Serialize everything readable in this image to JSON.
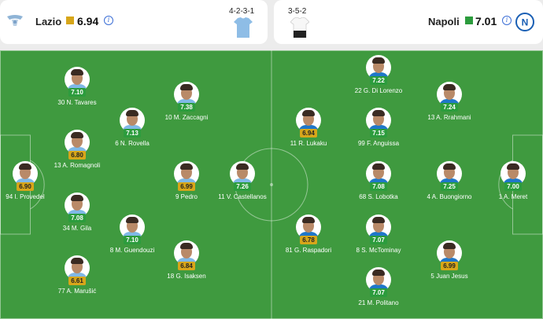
{
  "home": {
    "name": "Lazio",
    "rating": "6.94",
    "formation": "4-2-3-1",
    "rating_color": "#d7a61a"
  },
  "away": {
    "name": "Napoli",
    "rating": "7.01",
    "formation": "3-5-2",
    "rating_color": "#2c9c3d"
  },
  "players": [
    {
      "id": "provedel",
      "number": "94",
      "name": "I. Provedel",
      "rating": "6.90",
      "color": "y"
    },
    {
      "id": "tavares",
      "number": "30",
      "name": "N. Tavares",
      "rating": "7.10",
      "color": "g"
    },
    {
      "id": "romagnoli",
      "number": "13",
      "name": "A. Romagnoli",
      "rating": "6.80",
      "color": "y"
    },
    {
      "id": "gila",
      "number": "34",
      "name": "M. Gila",
      "rating": "7.08",
      "color": "g"
    },
    {
      "id": "marusic",
      "number": "77",
      "name": "A. Marušić",
      "rating": "6.61",
      "color": "y"
    },
    {
      "id": "rovella",
      "number": "6",
      "name": "N. Rovella",
      "rating": "7.13",
      "color": "g"
    },
    {
      "id": "guendouzi",
      "number": "8",
      "name": "M. Guendouzi",
      "rating": "7.10",
      "color": "g"
    },
    {
      "id": "zaccagni",
      "number": "10",
      "name": "M. Zaccagni",
      "rating": "7.38",
      "color": "g"
    },
    {
      "id": "pedro",
      "number": "9",
      "name": "Pedro",
      "rating": "6.99",
      "color": "y"
    },
    {
      "id": "isaksen",
      "number": "18",
      "name": "G. Isaksen",
      "rating": "6.84",
      "color": "y"
    },
    {
      "id": "castellanos",
      "number": "11",
      "name": "V. Castellanos",
      "rating": "7.26",
      "color": "g"
    },
    {
      "id": "lukaku",
      "number": "11",
      "name": "R. Lukaku",
      "rating": "6.94",
      "color": "y"
    },
    {
      "id": "raspadori",
      "number": "81",
      "name": "G. Raspadori",
      "rating": "6.78",
      "color": "y"
    },
    {
      "id": "dilorenzo",
      "number": "22",
      "name": "G. Di Lorenzo",
      "rating": "7.22",
      "color": "g"
    },
    {
      "id": "anguissa",
      "number": "99",
      "name": "F. Anguissa",
      "rating": "7.15",
      "color": "g"
    },
    {
      "id": "lobotka",
      "number": "68",
      "name": "S. Lobotka",
      "rating": "7.08",
      "color": "g"
    },
    {
      "id": "mctominay",
      "number": "8",
      "name": "S. McTominay",
      "rating": "7.07",
      "color": "g"
    },
    {
      "id": "politano",
      "number": "21",
      "name": "M. Politano",
      "rating": "7.07",
      "color": "g"
    },
    {
      "id": "rrahmani",
      "number": "13",
      "name": "A. Rrahmani",
      "rating": "7.24",
      "color": "g"
    },
    {
      "id": "buongiorno",
      "number": "4",
      "name": "A. Buongiorno",
      "rating": "7.25",
      "color": "g"
    },
    {
      "id": "jesus",
      "number": "5",
      "name": "Juan Jesus",
      "rating": "6.99",
      "color": "y"
    },
    {
      "id": "meret",
      "number": "1",
      "name": "A. Meret",
      "rating": "7.00",
      "color": "g"
    }
  ]
}
